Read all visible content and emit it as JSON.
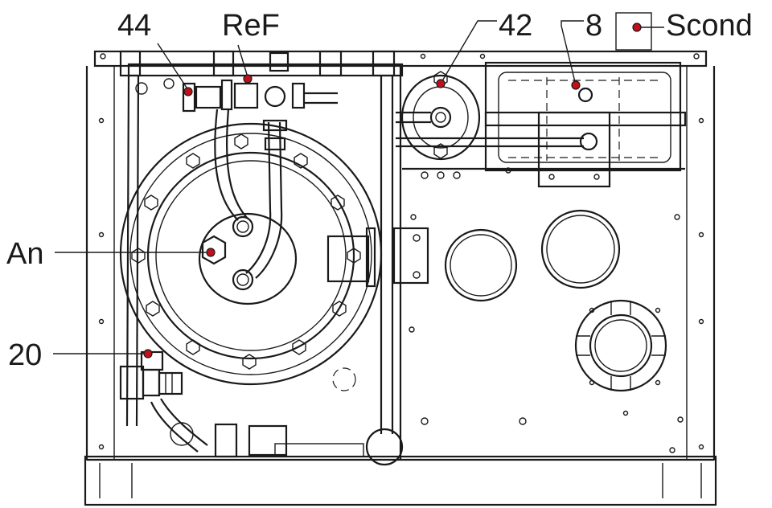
{
  "labels": {
    "l44": "44",
    "lRef": "ReF",
    "l42": "42",
    "l8": "8",
    "lScond": "Scond",
    "lAn": "An",
    "l20": "20"
  },
  "colors": {
    "line": "#1a1a1a",
    "marker": "#c0101c",
    "background": "#ffffff"
  }
}
